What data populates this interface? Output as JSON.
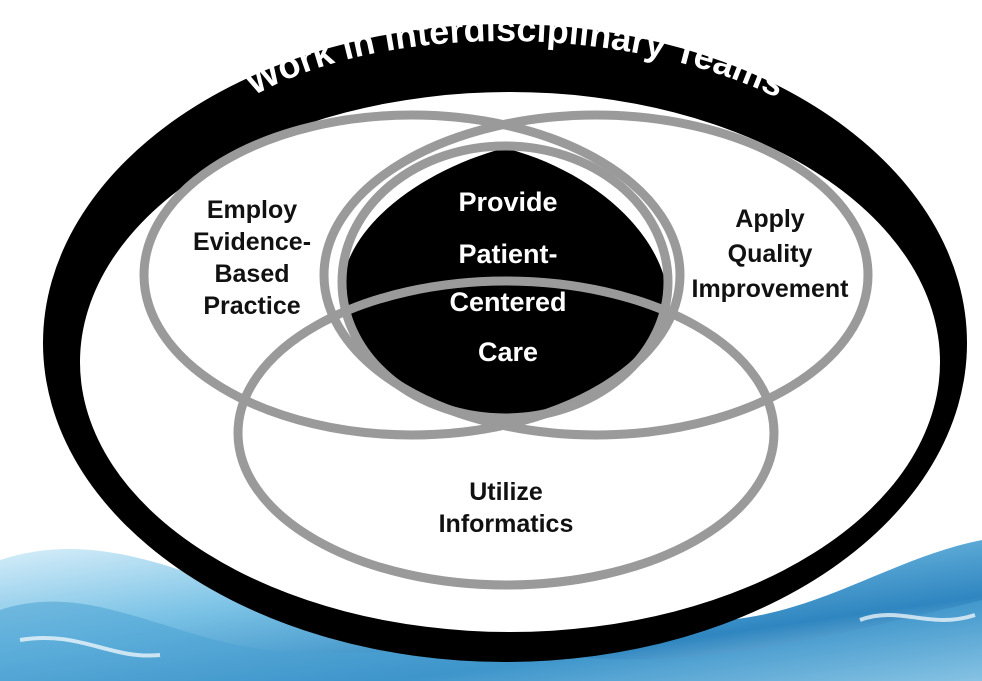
{
  "colors": {
    "background": "#ffffff",
    "outer_ring": "#000000",
    "circle_stroke": "#9a9a9a",
    "center_fill": "#000000",
    "center_text": "#ffffff",
    "body_text": "#111111",
    "water_light": "#cfe9f6",
    "water_mid": "#6ab7de",
    "water_dark": "#1e6fa8"
  },
  "diagram": {
    "outer_title": "Work in Interdisciplinary Teams",
    "left_circle": {
      "lines": [
        "Employ",
        "Evidence-",
        "Based",
        "Practice"
      ]
    },
    "right_circle": {
      "lines": [
        "Apply",
        "Quality",
        "Improvement"
      ]
    },
    "bottom_circle": {
      "lines": [
        "Utilize",
        "Informatics"
      ]
    },
    "center": {
      "lines": [
        "Provide",
        "Patient-",
        "Centered",
        "Care"
      ]
    }
  }
}
